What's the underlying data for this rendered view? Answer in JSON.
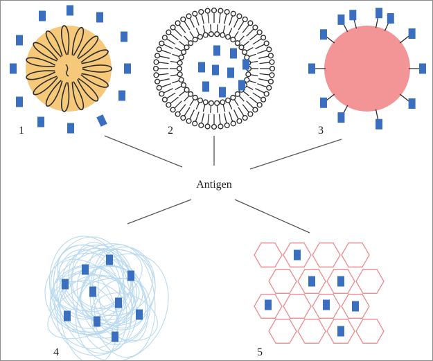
{
  "center_label": "Antigen",
  "panel_labels": [
    "1",
    "2",
    "3",
    "4",
    "5"
  ],
  "colors": {
    "antigen": "#3a6fc0",
    "micelle_core": "#f5c87a",
    "virus_sphere": "#f39497",
    "network_strands": "#b9d9ee",
    "hex_lattice": "#ee8a8d",
    "outline": "#2b2b2b",
    "connector": "#555555"
  },
  "icons": {
    "panel_1": "antigen-coated-micelle",
    "panel_2": "liposome-with-encapsulated-antigen",
    "panel_3": "antigen-studded-particle",
    "panel_4": "polymer-network-with-antigen",
    "panel_5": "hexagonal-lattice-with-antigen"
  }
}
